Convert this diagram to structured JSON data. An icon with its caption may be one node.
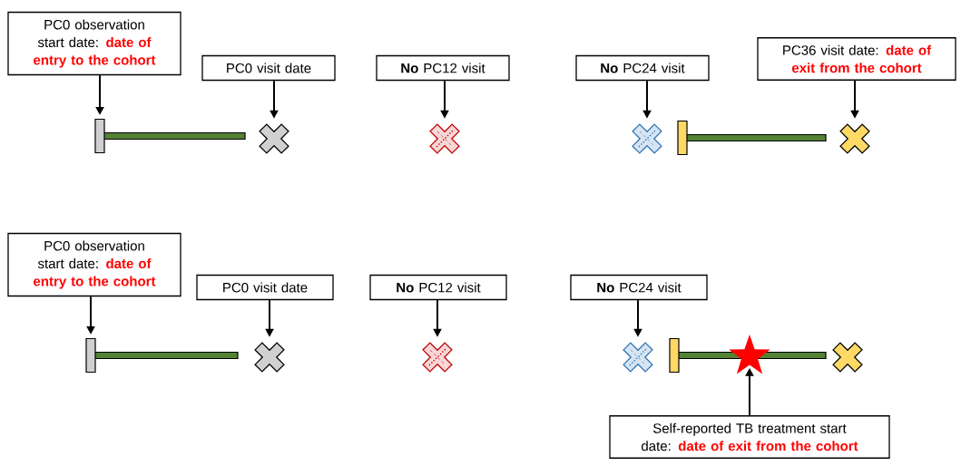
{
  "diagram": {
    "nodes": [
      {
        "text": [
          "PC0 observation start date:",
          "date of entry to the cohort"
        ]
      },
      {
        "text": [],
        "shape": "bar"
      },
      {
        "text": [
          "PC0 visit date"
        ]
      },
      {
        "text": [],
        "shape": "cross"
      },
      {
        "text": [
          "**No** PC12 visit"
        ]
      },
      {
        "text": [],
        "shape": "cross"
      },
      {
        "text": [
          "**No** PC24 visit"
        ]
      },
      {
        "text": [],
        "shape": "cross"
      },
      {
        "text": [],
        "shape": "bar"
      },
      {
        "text": [
          "PC36 visit date:",
          "date of exit from the cohort"
        ]
      },
      {
        "text": [],
        "shape": "cross"
      },
      {
        "text": [
          "PC0 observation start date:",
          "date of entry to the cohort"
        ]
      },
      {
        "text": [],
        "shape": "bar"
      },
      {
        "text": [
          "PC0 visit date"
        ]
      },
      {
        "text": [],
        "shape": "cross"
      },
      {
        "text": [
          "**No** PC12 visit"
        ]
      },
      {
        "text": [],
        "shape": "cross"
      },
      {
        "text": [
          "**No** PC24 visit"
        ]
      },
      {
        "text": [],
        "shape": "cross"
      },
      {
        "text": [],
        "shape": "bar"
      },
      {
        "text": [],
        "shape": "star"
      },
      {
        "text": [],
        "shape": "cross"
      },
      {
        "text": [
          "Self-reported TB treatment start date:",
          "date of exit from the cohort"
        ]
      }
    ],
    "edges": [
      {
        "from": 0,
        "to": 1,
        "arrow": "to"
      },
      {
        "from": 2,
        "to": 3,
        "arrow": "to"
      },
      {
        "from": 4,
        "to": 5,
        "arrow": "to"
      },
      {
        "from": 6,
        "to": 7,
        "arrow": "to"
      },
      {
        "from": 9,
        "to": 10,
        "arrow": "to"
      },
      {
        "from": 11,
        "to": 12,
        "arrow": "to"
      },
      {
        "from": 13,
        "to": 14,
        "arrow": "to"
      },
      {
        "from": 15,
        "to": 16,
        "arrow": "to"
      },
      {
        "from": 17,
        "to": 18,
        "arrow": "to"
      },
      {
        "from": 22,
        "to": 20,
        "arrow": "to"
      }
    ]
  }
}
